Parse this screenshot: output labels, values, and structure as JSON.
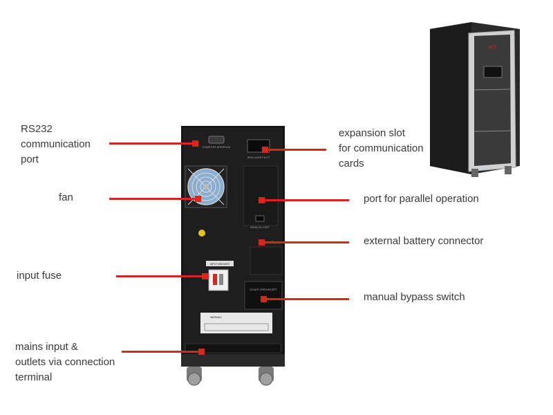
{
  "callouts": {
    "rs232": [
      "RS232",
      "communication",
      "port"
    ],
    "fan": [
      "fan"
    ],
    "input_fuse": [
      "input fuse"
    ],
    "mains_input": [
      "mains input &",
      "outlets via connection",
      "terminal"
    ],
    "expansion_slot": [
      "expansion slot",
      "for communication",
      "cards"
    ],
    "parallel_port": [
      "port for parallel operation"
    ],
    "battery_connector": [
      "external battery connector"
    ],
    "bypass_switch": [
      "manual bypass switch"
    ]
  },
  "panel_text": {
    "computer_interface": "COMPUTER INTERFACE",
    "intelligent_slot": "INTELLIGENT SLOT",
    "parallel_port": "PARALLEL PORT",
    "input_breaker": "INPUT BREAKER",
    "warning": "WARNING",
    "do_not_open": "DO NOT OPEN EXCEPT",
    "brand": "AEG"
  },
  "colors": {
    "accent": "#d8261c",
    "text": "#3a3a3a",
    "panel": "#161616"
  }
}
